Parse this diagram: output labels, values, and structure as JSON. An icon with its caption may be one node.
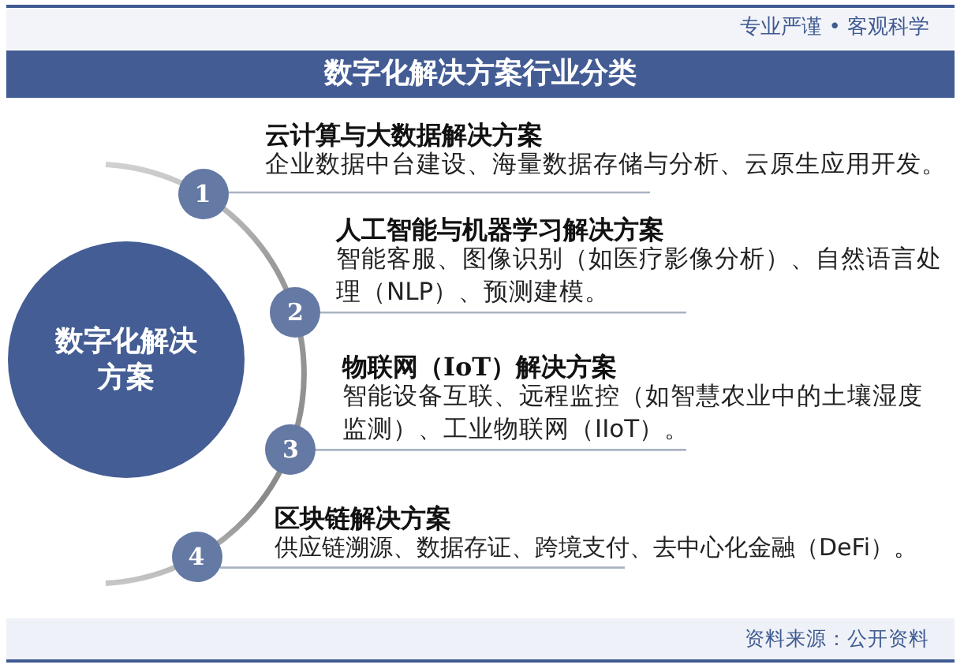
{
  "diagram": {
    "title": "数字化解决方案行业分类",
    "nodes": [
      {
        "text": [
          "数字化解决方案"
        ]
      },
      {
        "text": [
          "1"
        ],
        "beside": [
          "云计算与大数据解决方案",
          "企业数据中台建设、海量数据存储与分析、云原生应用开发。"
        ]
      },
      {
        "text": [
          "2"
        ],
        "beside": [
          "人工智能与机器学习解决方案",
          "智能客服、图像识别（如医疗影像分析）、自然语言处理（NLP）、预测建模。"
        ]
      },
      {
        "text": [
          "3"
        ],
        "beside": [
          "物联网（IoT）解决方案",
          "智能设备互联、远程监控（如智慧农业中的土壤湿度监测）、工业物联网（IIoT）。"
        ]
      },
      {
        "text": [
          "4"
        ],
        "beside": [
          "区块链解决方案",
          "供应链溯源、数据存证、跨境支付、去中心化金融（DeFi）。"
        ]
      }
    ],
    "labels": [
      "专业严谨 • 客观科学",
      "资料来源：公开资料"
    ]
  }
}
